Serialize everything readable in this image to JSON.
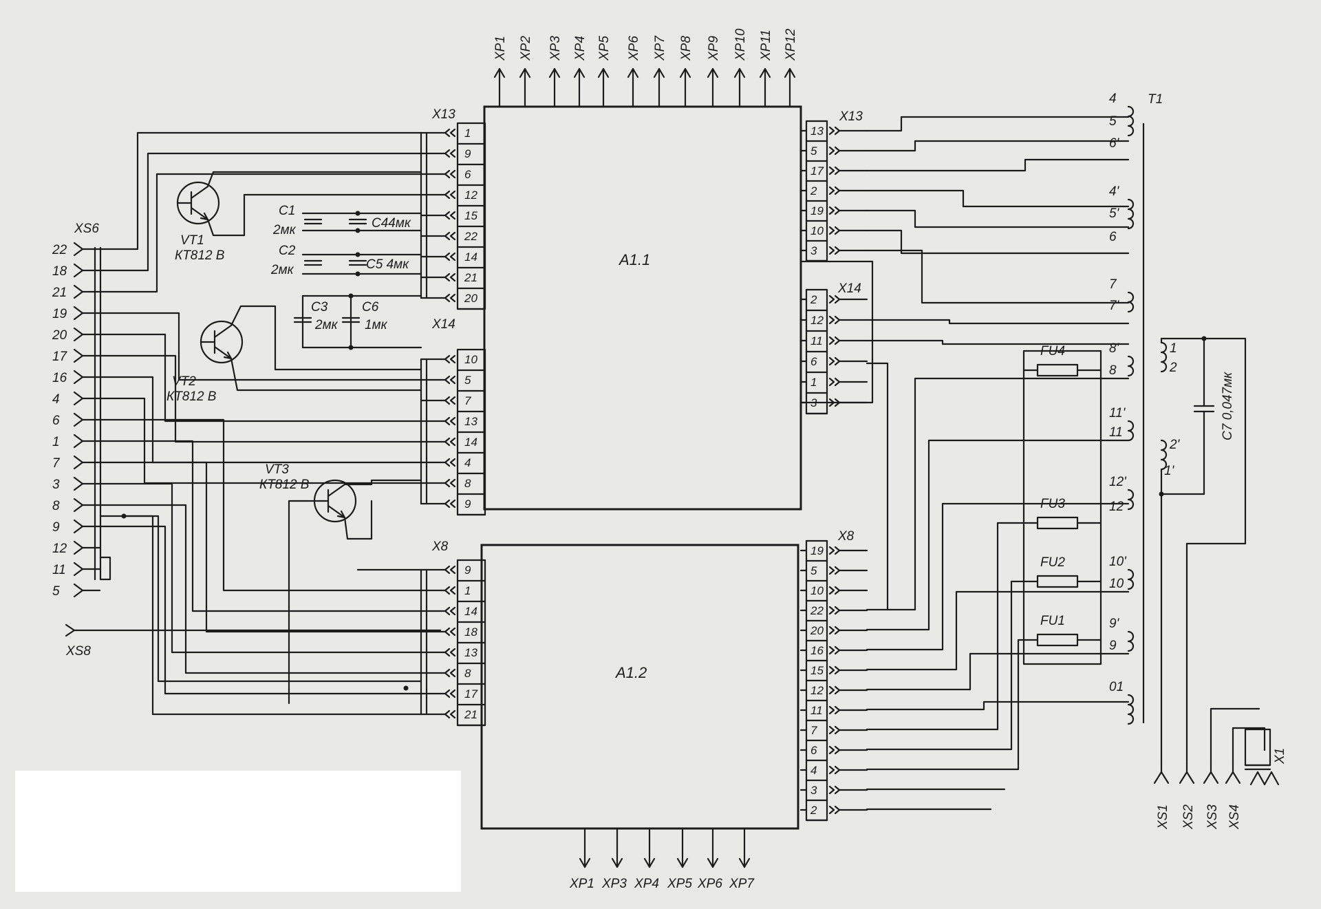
{
  "blocks": {
    "a11": "A1.1",
    "a12": "A1.2"
  },
  "connectors": {
    "x13": "X13",
    "x14": "X14",
    "x8": "X8",
    "xs6": "XS6",
    "xs8": "XS8",
    "t1": "T1",
    "xs1": "XS1",
    "xs2": "XS2",
    "xs3": "XS3",
    "xs4": "XS4",
    "x1": "X1"
  },
  "top_outputs": [
    "XP1",
    "XP2",
    "XP3",
    "XP4",
    "XP5",
    "XP6",
    "XP7",
    "XP8",
    "XP9",
    "XP10",
    "XP11",
    "XP12"
  ],
  "bottom_outputs": [
    "XP1",
    "XP3",
    "XP4",
    "XP5",
    "XP6",
    "XP7"
  ],
  "x13_left_pins": [
    "1",
    "9",
    "6",
    "12",
    "15",
    "22",
    "14",
    "21",
    "20"
  ],
  "x14_left_pins": [
    "10",
    "5",
    "7",
    "13",
    "14",
    "4",
    "8",
    "9"
  ],
  "x8_left_pins": [
    "9",
    "1",
    "14",
    "18",
    "13",
    "8",
    "17",
    "21"
  ],
  "x13_right_pins": [
    "13",
    "5",
    "17",
    "2",
    "19",
    "10",
    "3"
  ],
  "x14_right_pins": [
    "2",
    "12",
    "11",
    "6",
    "1",
    "3"
  ],
  "x8_right_pins": [
    "19",
    "5",
    "10",
    "22",
    "20",
    "16",
    "15",
    "12",
    "11",
    "7",
    "6",
    "4",
    "3",
    "2"
  ],
  "xs6_pins": [
    "22",
    "18",
    "21",
    "19",
    "20",
    "17",
    "16",
    "4",
    "6",
    "1",
    "7",
    "3",
    "8",
    "9",
    "12",
    "11",
    "5"
  ],
  "t1_taps": [
    "4",
    "5",
    "6'",
    "4'",
    "5'",
    "6",
    "7",
    "7'",
    "8'",
    "8",
    "11'",
    "11",
    "12'",
    "12",
    "10'",
    "10",
    "9'",
    "9",
    "01"
  ],
  "fuses": [
    "FU4",
    "FU3",
    "FU2",
    "FU1"
  ],
  "transistors": [
    {
      "ref": "VT1",
      "type": "КТ812 В"
    },
    {
      "ref": "VT2",
      "type": "КТ812 В"
    },
    {
      "ref": "VT3",
      "type": "КТ812 В"
    }
  ],
  "capacitors": [
    {
      "ref": "C1",
      "value": "2мк"
    },
    {
      "ref": "C4",
      "value": "4мк"
    },
    {
      "ref": "C2",
      "value": "2мк"
    },
    {
      "ref": "C5",
      "value": "4мк"
    },
    {
      "ref": "C3",
      "value": "2мк"
    },
    {
      "ref": "C6",
      "value": "1мк"
    },
    {
      "ref": "C7",
      "value": "0,047мк"
    }
  ],
  "choke_taps": [
    "1",
    "2",
    "2'",
    "1'"
  ]
}
